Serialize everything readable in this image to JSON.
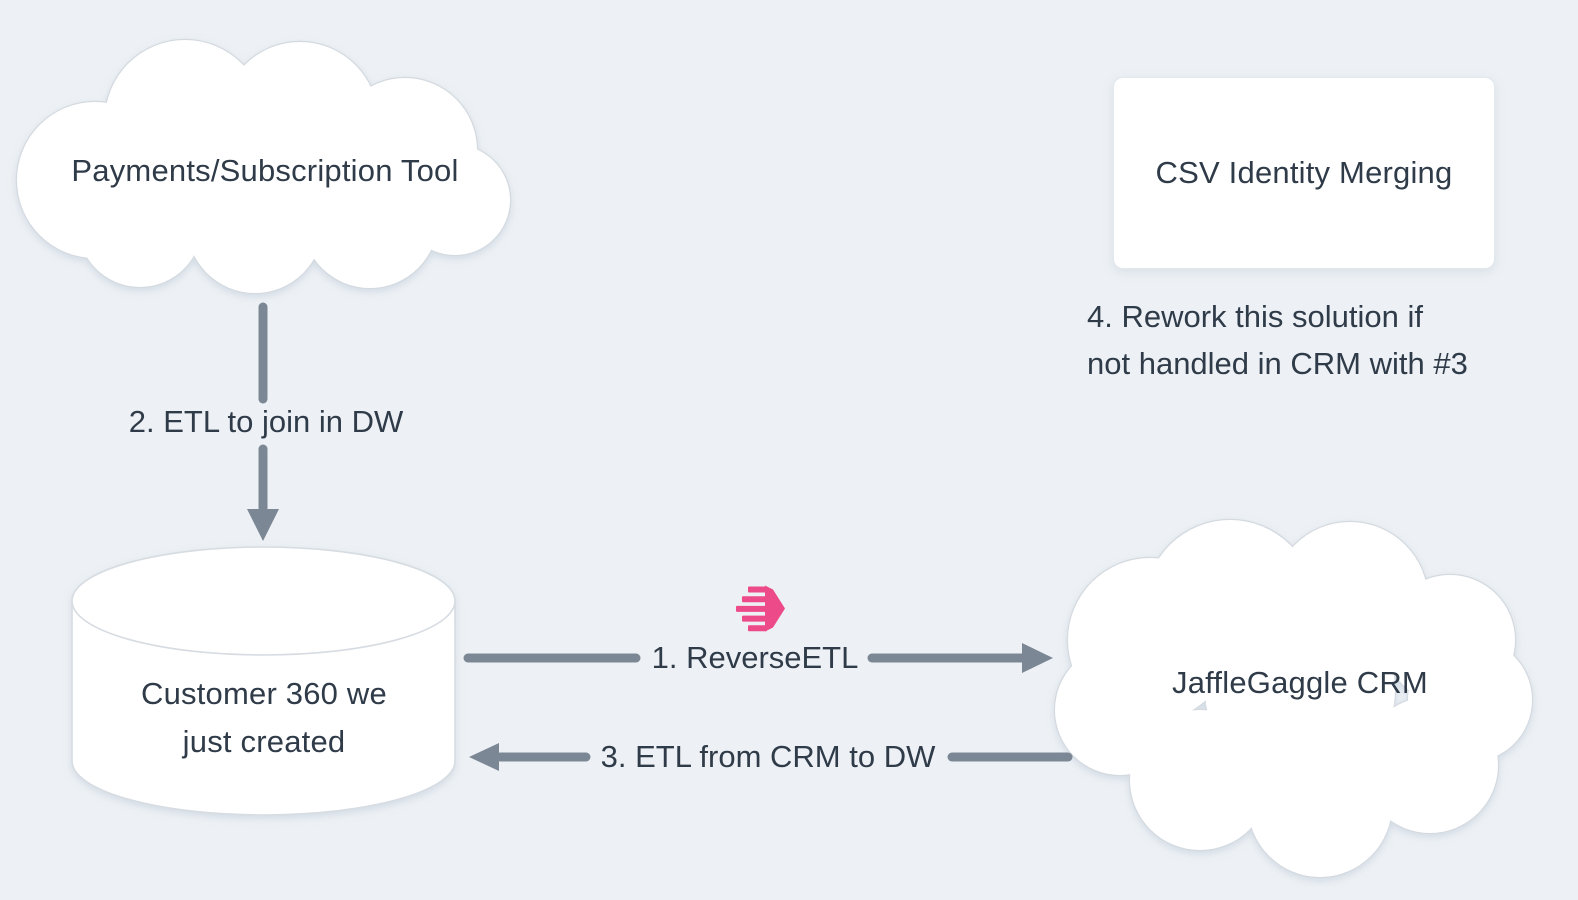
{
  "nodes": {
    "payments_tool": {
      "label": "Payments/Subscription Tool",
      "shape": "cloud"
    },
    "csv_identity": {
      "label": "CSV Identity Merging",
      "shape": "rectangle"
    },
    "customer_360": {
      "label": "Customer 360 we\njust created",
      "shape": "database-cylinder"
    },
    "jafflegaggle_crm": {
      "label": "JaffleGaggle CRM",
      "shape": "cloud"
    }
  },
  "edges": {
    "etl_to_dw": {
      "label": "2. ETL to join in DW",
      "from": "payments_tool",
      "to": "customer_360",
      "direction": "down"
    },
    "reverse_etl": {
      "label": "1. ReverseETL",
      "from": "customer_360",
      "to": "jafflegaggle_crm",
      "direction": "right",
      "icon": "hightouch-logo-icon"
    },
    "etl_from_crm": {
      "label": "3. ETL from CRM to DW",
      "from": "jafflegaggle_crm",
      "to": "customer_360",
      "direction": "left"
    }
  },
  "notes": {
    "rework": {
      "text": "4. Rework this solution if\nnot handled in CRM with #3"
    }
  },
  "colors": {
    "background": "#edf1f5",
    "arrow": "#7b8794",
    "text": "#2f3b48",
    "shape_fill": "#ffffff",
    "shape_border": "#d6dce2",
    "accent_pink": "#ec4a89"
  }
}
